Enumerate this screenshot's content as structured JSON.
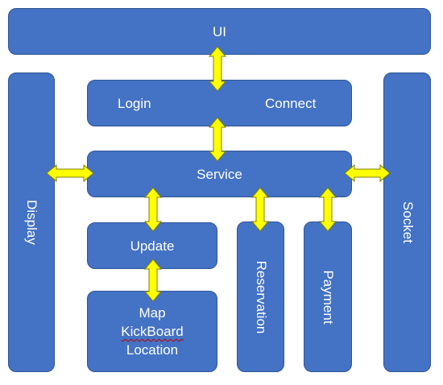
{
  "diagram": {
    "ui": "UI",
    "login": "Login",
    "connect": "Connect",
    "service": "Service",
    "update": "Update",
    "map_lines": [
      "Map",
      "KickBoard",
      "Location"
    ],
    "reservation": "Reservation",
    "payment": "Payment",
    "display": "Display",
    "socket": "Socket"
  },
  "colors": {
    "box_fill": "#4472c4",
    "box_border": "#2f5597",
    "arrow_fill": "#ffff00",
    "arrow_stroke": "#7f7f00",
    "spell_underline": "#c00000"
  }
}
